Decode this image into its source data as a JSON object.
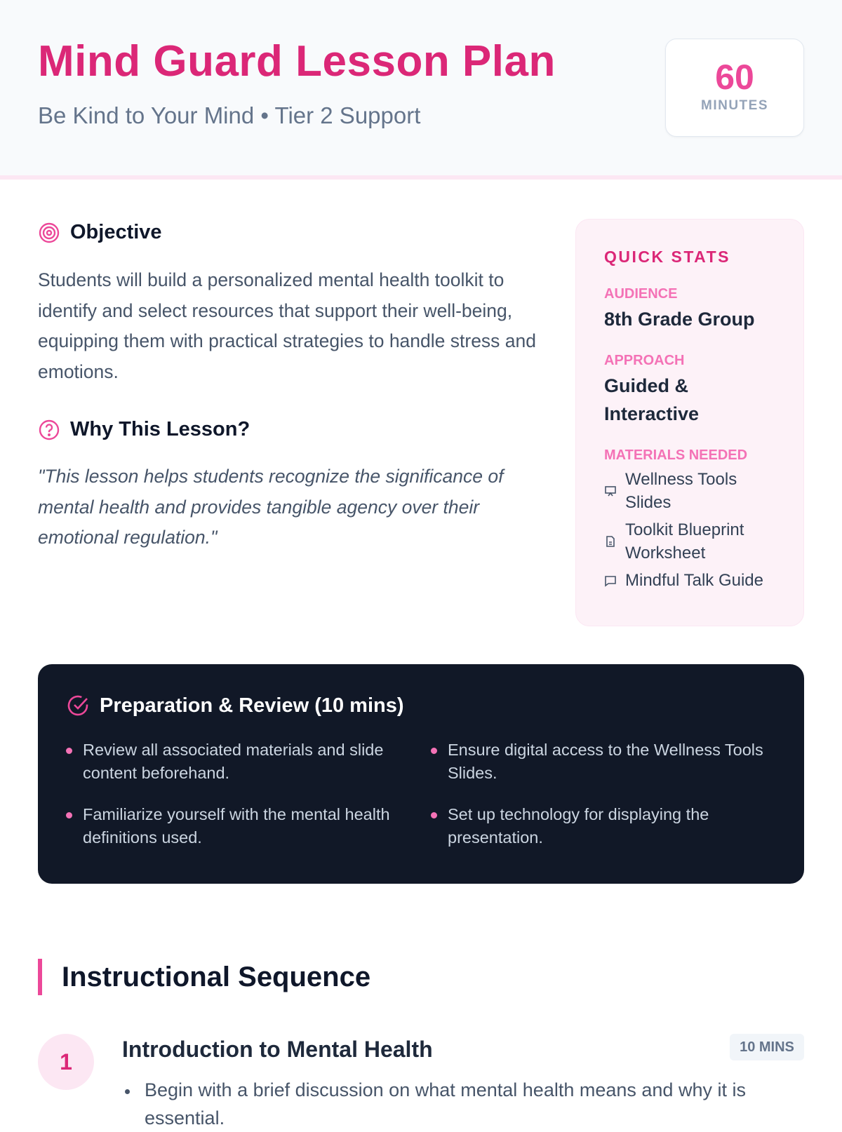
{
  "header": {
    "title": "Mind Guard Lesson Plan",
    "subtitle": "Be Kind to Your Mind • Tier 2 Support",
    "duration_value": "60",
    "duration_label": "MINUTES"
  },
  "objective": {
    "heading": "Objective",
    "text": "Students will build a personalized mental health toolkit to identify and select resources that support their well-being, equipping them with practical strategies to handle stress and emotions."
  },
  "why": {
    "heading": "Why This Lesson?",
    "text": "\"This lesson helps students recognize the significance of mental health and provides tangible agency over their emotional regulation.\""
  },
  "quick_stats": {
    "title": "QUICK STATS",
    "audience_label": "AUDIENCE",
    "audience": "8th Grade Group",
    "approach_label": "APPROACH",
    "approach": "Guided & Interactive",
    "materials_label": "MATERIALS NEEDED",
    "materials": [
      {
        "icon": "presentation-icon",
        "label": "Wellness Tools Slides"
      },
      {
        "icon": "document-icon",
        "label": "Toolkit Blueprint Worksheet"
      },
      {
        "icon": "chat-icon",
        "label": "Mindful Talk Guide"
      }
    ]
  },
  "preparation": {
    "heading": "Preparation & Review (10 mins)",
    "items": [
      "Review all associated materials and slide content beforehand.",
      "Ensure digital access to the Wellness Tools Slides.",
      "Familiarize yourself with the mental health definitions used.",
      "Set up technology for displaying the presentation."
    ]
  },
  "sequence": {
    "heading": "Instructional Sequence",
    "steps": [
      {
        "number": "1",
        "title": "Introduction to Mental Health",
        "duration": "10 MINS",
        "bullets": [
          "Begin with a brief discussion on what mental health means and why it is essential."
        ]
      }
    ]
  },
  "colors": {
    "accent": "#db2777",
    "dark": "#111827"
  }
}
